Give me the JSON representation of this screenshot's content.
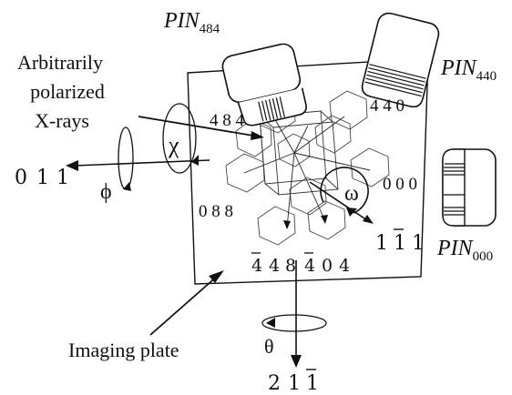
{
  "labels": {
    "arbitrarily": "Arbitrarily",
    "polarized": "polarized",
    "xrays": "X-rays",
    "imaging_plate": "Imaging plate",
    "chi": "χ",
    "phi": "ϕ",
    "omega": "ω",
    "theta": "θ"
  },
  "detectors": [
    {
      "base": "PIN",
      "sub": "484"
    },
    {
      "base": "PIN",
      "sub": "440"
    },
    {
      "base": "PIN",
      "sub": "000"
    }
  ],
  "axes": {
    "left": [
      "0",
      "1",
      "1"
    ],
    "bottom": [
      "2",
      "1",
      "1"
    ],
    "bottom_overbars": [
      false,
      false,
      true
    ]
  },
  "reflections": {
    "r484": "4 8 4",
    "r440": "4 4 0",
    "r000": "0 0 0",
    "r088": "0 8 8",
    "r448": [
      "4",
      "4",
      "8"
    ],
    "r448_overbars": [
      true,
      false,
      false
    ],
    "r404": [
      "4",
      "0",
      "4"
    ],
    "r404_overbars": [
      true,
      false,
      false
    ],
    "r111": [
      "1",
      "1",
      "1"
    ],
    "r111_overbars": [
      false,
      true,
      false
    ]
  },
  "colors": {
    "ink": "#111111",
    "detector_fill": "#ffffff"
  }
}
